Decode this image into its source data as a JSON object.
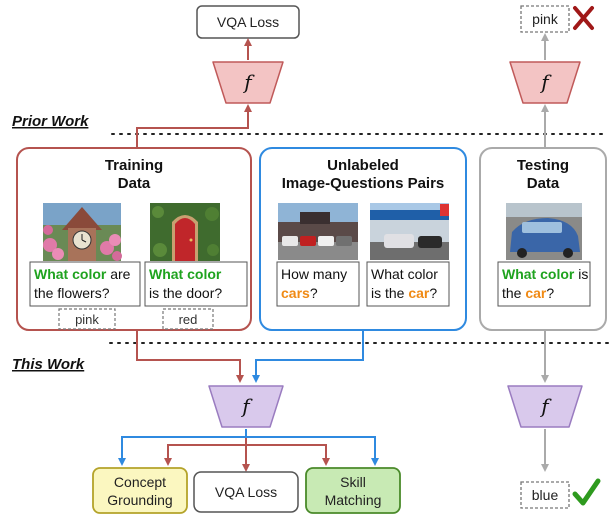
{
  "colors": {
    "red_arrow": "#b5534f",
    "blue_arrow": "#2f8ae0",
    "gray_arrow": "#aaaaaa",
    "pink_f_fill": "#f3c4c4",
    "pink_f_stroke": "#c05a5a",
    "purple_f_fill": "#d9c9ec",
    "purple_f_stroke": "#9a7cc0",
    "green_text": "#1fa31f",
    "orange_text": "#f08a14",
    "wrong_mark": "#a01818",
    "right_mark": "#2e9a1e"
  },
  "model_label": "f",
  "top": {
    "vqa_loss": "VQA Loss",
    "pink_answer": "pink"
  },
  "sections": {
    "prior_work": "Prior Work",
    "this_work": "This Work"
  },
  "training": {
    "title_line1": "Training",
    "title_line2": "Data",
    "q1": {
      "highlight": "What color",
      "rest_line1": " are",
      "line2": "the flowers?",
      "answer": "pink"
    },
    "q2": {
      "highlight": "What color",
      "line2": "is the door?",
      "answer": "red"
    }
  },
  "unlabeled": {
    "title_line1": "Unlabeled",
    "title_line2": "Image-Questions Pairs",
    "q1": {
      "line1": "How many",
      "highlight": "cars",
      "suffix": "?"
    },
    "q2": {
      "line1": "What color",
      "prefix": "is the ",
      "highlight": "car",
      "suffix": "?"
    }
  },
  "testing": {
    "title_line1": "Testing",
    "title_line2": "Data",
    "q": {
      "highlight": "What color",
      "rest_line1": " is",
      "prefix": "the ",
      "highlight2": "car",
      "suffix": "?"
    }
  },
  "bottom": {
    "concept_line1": "Concept",
    "concept_line2": "Grounding",
    "vqa_loss": "VQA Loss",
    "skill_line1": "Skill",
    "skill_line2": "Matching",
    "blue_answer": "blue"
  },
  "icons": {
    "wrong": "red-x-icon",
    "right": "green-check-icon"
  }
}
